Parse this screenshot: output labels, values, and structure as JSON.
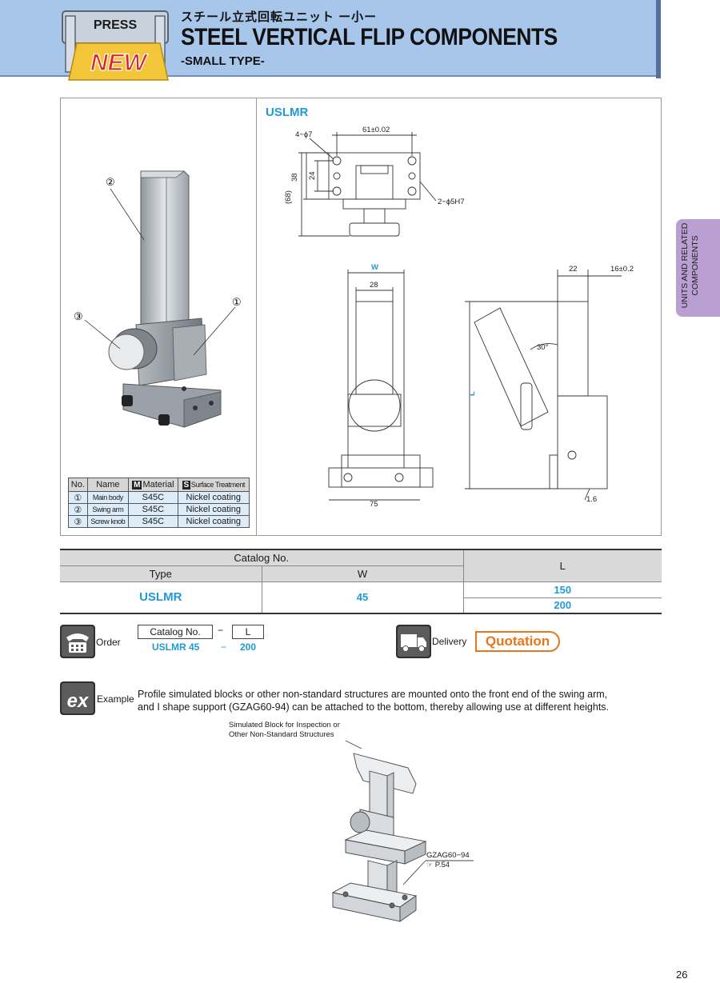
{
  "header": {
    "badge_top": "PRESS",
    "badge_new": "NEW",
    "jp_title": "スチール立式回転ユニット ー小ー",
    "title": "STEEL VERTICAL FLIP COMPONENTS",
    "subtitle": "-SMALL TYPE-"
  },
  "side_tab": {
    "line1": "UNITS AND RELATED",
    "line2": "COMPONENTS"
  },
  "figure": {
    "model": "USLMR",
    "callouts": [
      "①",
      "②",
      "③"
    ],
    "dims": {
      "holes": "4−ϕ7",
      "pitch": "61±0.02",
      "h38": "38",
      "h24": "24",
      "h68": "(68)",
      "pin": "2−ϕ5H7",
      "w": "W",
      "w28": "28",
      "w75": "75",
      "l": "L",
      "d22": "22",
      "d16": "16±0.2",
      "angle": "30°",
      "rough": "1.6"
    }
  },
  "parts_table": {
    "headers": {
      "no": "No.",
      "name": "Name",
      "m_badge": "M",
      "material": "Material",
      "s_badge": "S",
      "surface": "Surface Treatment"
    },
    "rows": [
      {
        "no": "①",
        "name": "Main body",
        "material": "S45C",
        "surface": "Nickel coating"
      },
      {
        "no": "②",
        "name": "Swing arm",
        "material": "S45C",
        "surface": "Nickel coating"
      },
      {
        "no": "③",
        "name": "Screw knob",
        "material": "S45C",
        "surface": "Nickel coating"
      }
    ]
  },
  "catalog_table": {
    "header_catalog": "Catalog No.",
    "header_type": "Type",
    "header_w": "W",
    "header_l": "L",
    "type": "USLMR",
    "w": "45",
    "l_values": [
      "150",
      "200"
    ]
  },
  "order": {
    "label": "Order",
    "catalog_box": "Catalog  No.",
    "dash": "−",
    "l_box": "L",
    "example_model": "USLMR 45",
    "example_dash": "−",
    "example_l": "200"
  },
  "delivery": {
    "label": "Delivery",
    "value": "Quotation"
  },
  "example": {
    "label": "Example",
    "text": "Profile simulated blocks or other non-standard structures are mounted onto the front end of the swing arm, and I shape support (GZAG60-94) can be attached to the bottom, thereby allowing use at different heights.",
    "sim_block_label": "Simulated Block for Inspection or Other Non-Standard Structures",
    "gzag_label": "GZAG60−94",
    "gzag_ref": "P.54"
  },
  "page_number": "26",
  "colors": {
    "header_bg": "#a7c6ea",
    "accent_blue": "#1f9ad6",
    "accent_orange": "#e8751a",
    "side_tab": "#b99fd2"
  }
}
